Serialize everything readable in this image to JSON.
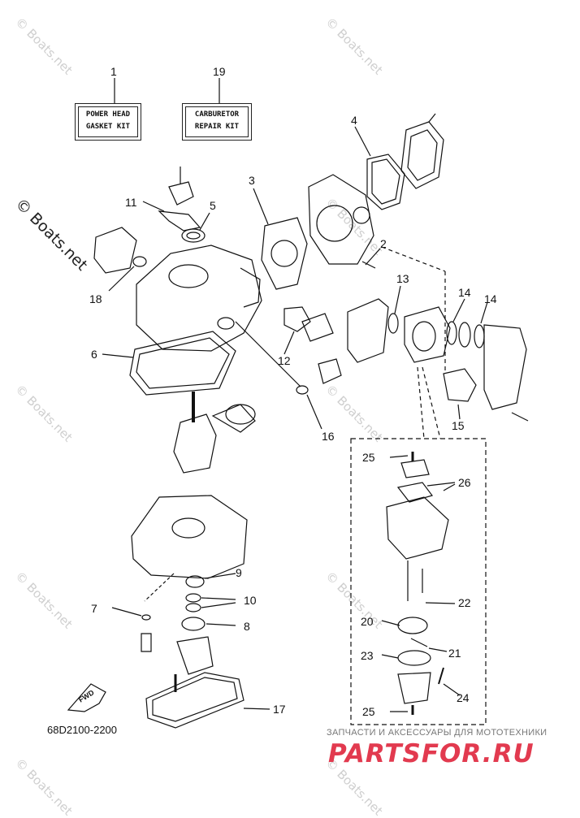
{
  "watermark": {
    "text": "© Boats.net"
  },
  "kits": {
    "power_head": {
      "callout": "1",
      "line1": "POWER HEAD",
      "line2": "GASKET KIT"
    },
    "carburetor": {
      "callout": "19",
      "line1": "CARBURETOR",
      "line2": "REPAIR KIT"
    }
  },
  "callouts": {
    "c2": "2",
    "c3": "3",
    "c4": "4",
    "c5": "5",
    "c6": "6",
    "c7": "7",
    "c8": "8",
    "c9": "9",
    "c10": "10",
    "c11": "11",
    "c12": "12",
    "c13": "13",
    "c14a": "14",
    "c14b": "14",
    "c15": "15",
    "c16": "16",
    "c17": "17",
    "c18": "18",
    "c20": "20",
    "c21": "21",
    "c22": "22",
    "c23": "23",
    "c24": "24",
    "c25a": "25",
    "c25b": "25",
    "c26": "26"
  },
  "diagram_code": "68D2100-2200",
  "fwd_label": "FWD",
  "shop": {
    "subtitle": "ЗАПЧАСТИ И АКСЕССУАРЫ ДЛЯ МОТОТЕХНИКИ",
    "logo": "PARTSFOR.RU"
  }
}
